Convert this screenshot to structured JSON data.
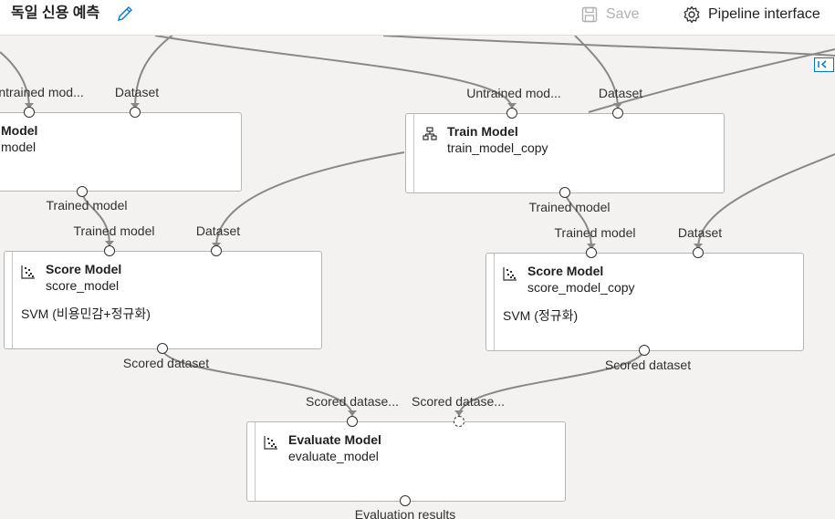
{
  "header": {
    "title": "독일 신용 예측",
    "save_label": "Save",
    "pipeline_label": "Pipeline interface"
  },
  "nodes": {
    "left_train": {
      "name": "Model",
      "sub": "model",
      "in1": "Untrained mod...",
      "in2": "Dataset",
      "out": "Trained model"
    },
    "train": {
      "name": "Train Model",
      "sub": "train_model_copy",
      "in1": "Untrained mod...",
      "in2": "Dataset",
      "out": "Trained model"
    },
    "score1": {
      "name": "Score Model",
      "sub": "score_model",
      "comment": "SVM (비용민감+정규화)",
      "in1": "Trained model",
      "in2": "Dataset",
      "out": "Scored dataset"
    },
    "score2": {
      "name": "Score Model",
      "sub": "score_model_copy",
      "comment": "SVM (정규화)",
      "in1": "Trained model",
      "in2": "Dataset",
      "out": "Scored dataset"
    },
    "evaluate": {
      "name": "Evaluate Model",
      "sub": "evaluate_model",
      "in1": "Scored datase...",
      "in2": "Scored datase...",
      "out": "Evaluation results"
    }
  }
}
